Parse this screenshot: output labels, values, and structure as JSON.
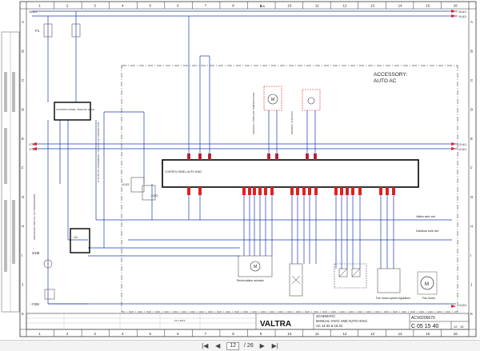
{
  "columns": [
    "1",
    "2",
    "3",
    "4",
    "5",
    "6",
    "7",
    "8",
    "9",
    "10",
    "11",
    "12",
    "13",
    "14",
    "15",
    "16"
  ],
  "rows": [
    "A",
    "B",
    "C",
    "D",
    "E",
    "F",
    "G",
    "H",
    "I",
    "J",
    "K"
  ],
  "signals": {
    "left_top": "15.A/1",
    "right_top": "15.A/1",
    "left_b": "17.A/1",
    "left_c": "17.A/1",
    "right_mid1": "13.A/1",
    "right_mid2": "13.A/1",
    "right_bot": "13.D/1",
    "mid_8_9": "8/A"
  },
  "labels": {
    "accessory": "ACCESSORY:",
    "auto_ac": "AUTO AC",
    "valtra_wire": "Valtra wire set",
    "danfoss_wire": "Danfoss wire set",
    "control_panel_a": "CONTROL PANEL, MANUAL HVAC",
    "control_panel_b": "CONTROL PANEL, AUTO HVAC",
    "sensor_cabin_temp": "SENSOR, CABIN AIR TEMPERATURE",
    "sensor_sunload": "SENSOR, SUNLOAD",
    "recirculation": "Recirculation actuator",
    "fan_motor_reg": "Fan motor speed regulation",
    "fan_motor": "Fan motor",
    "pressure_switch": "PRESSURE SWITCH, AC COMPRESSOR",
    "assembled_note": "IF AUTO AC ASSEMBLED, TO AUTO AC CONNECTOR",
    "f1": "F1",
    "s1m": "S1M",
    "y2m": "-Y2M",
    "k1g": "-K1G",
    "k2g": "-K2G",
    "x1": "-X1"
  },
  "title_block": {
    "brand": "VALTRA",
    "doc_type": "SCHEMATIC",
    "title_line1": "MANUAL HVAC AND AUTO HVAC",
    "title_line2": "AC 14.32 & 15.32",
    "doc_number": "ACV0205670",
    "sheet_code": "C 05 15 40",
    "sheet": "12",
    "sheets": "16",
    "date": "23.1.2013"
  },
  "viewer": {
    "page_value": "12",
    "page_total": "/ 26",
    "first_icon": "|◀",
    "prev_icon": "◀",
    "next_icon": "▶",
    "last_icon": "▶|"
  }
}
